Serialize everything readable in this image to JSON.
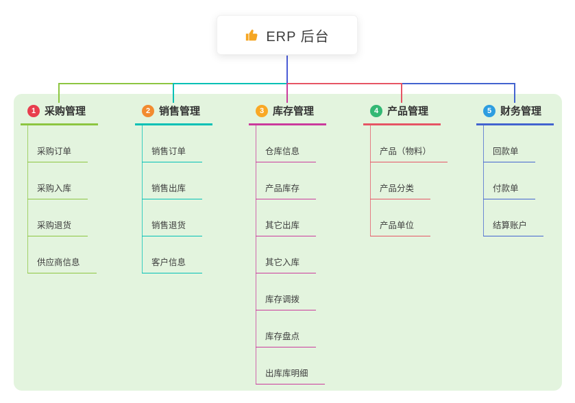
{
  "root": {
    "icon": "thumbs-up-icon",
    "icon_color": "#f5a623",
    "title": "ERP 后台"
  },
  "colors": {
    "canvas_bg": "#e3f4de",
    "root_connector": "#4a5bd6"
  },
  "branches": [
    {
      "number": "1",
      "label": "采购管理",
      "number_color": "#e83e4e",
      "line_color": "#8cc540",
      "children": [
        "采购订单",
        "采购入库",
        "采购退货",
        "供应商信息"
      ]
    },
    {
      "number": "2",
      "label": "销售管理",
      "number_color": "#f28b30",
      "line_color": "#00c0b5",
      "children": [
        "销售订单",
        "销售出库",
        "销售退货",
        "客户信息"
      ]
    },
    {
      "number": "3",
      "label": "库存管理",
      "number_color": "#f9a825",
      "line_color": "#ca3a9c",
      "children": [
        "仓库信息",
        "产品库存",
        "其它出库",
        "其它入库",
        "库存调拨",
        "库存盘点",
        "出库库明细"
      ]
    },
    {
      "number": "4",
      "label": "产品管理",
      "number_color": "#33b874",
      "line_color": "#e65464",
      "children": [
        "产品（物料）",
        "产品分类",
        "产品单位"
      ]
    },
    {
      "number": "5",
      "label": "财务管理",
      "number_color": "#2d9de0",
      "line_color": "#4263cf",
      "children": [
        "回款单",
        "付款单",
        "结算账户"
      ]
    }
  ]
}
